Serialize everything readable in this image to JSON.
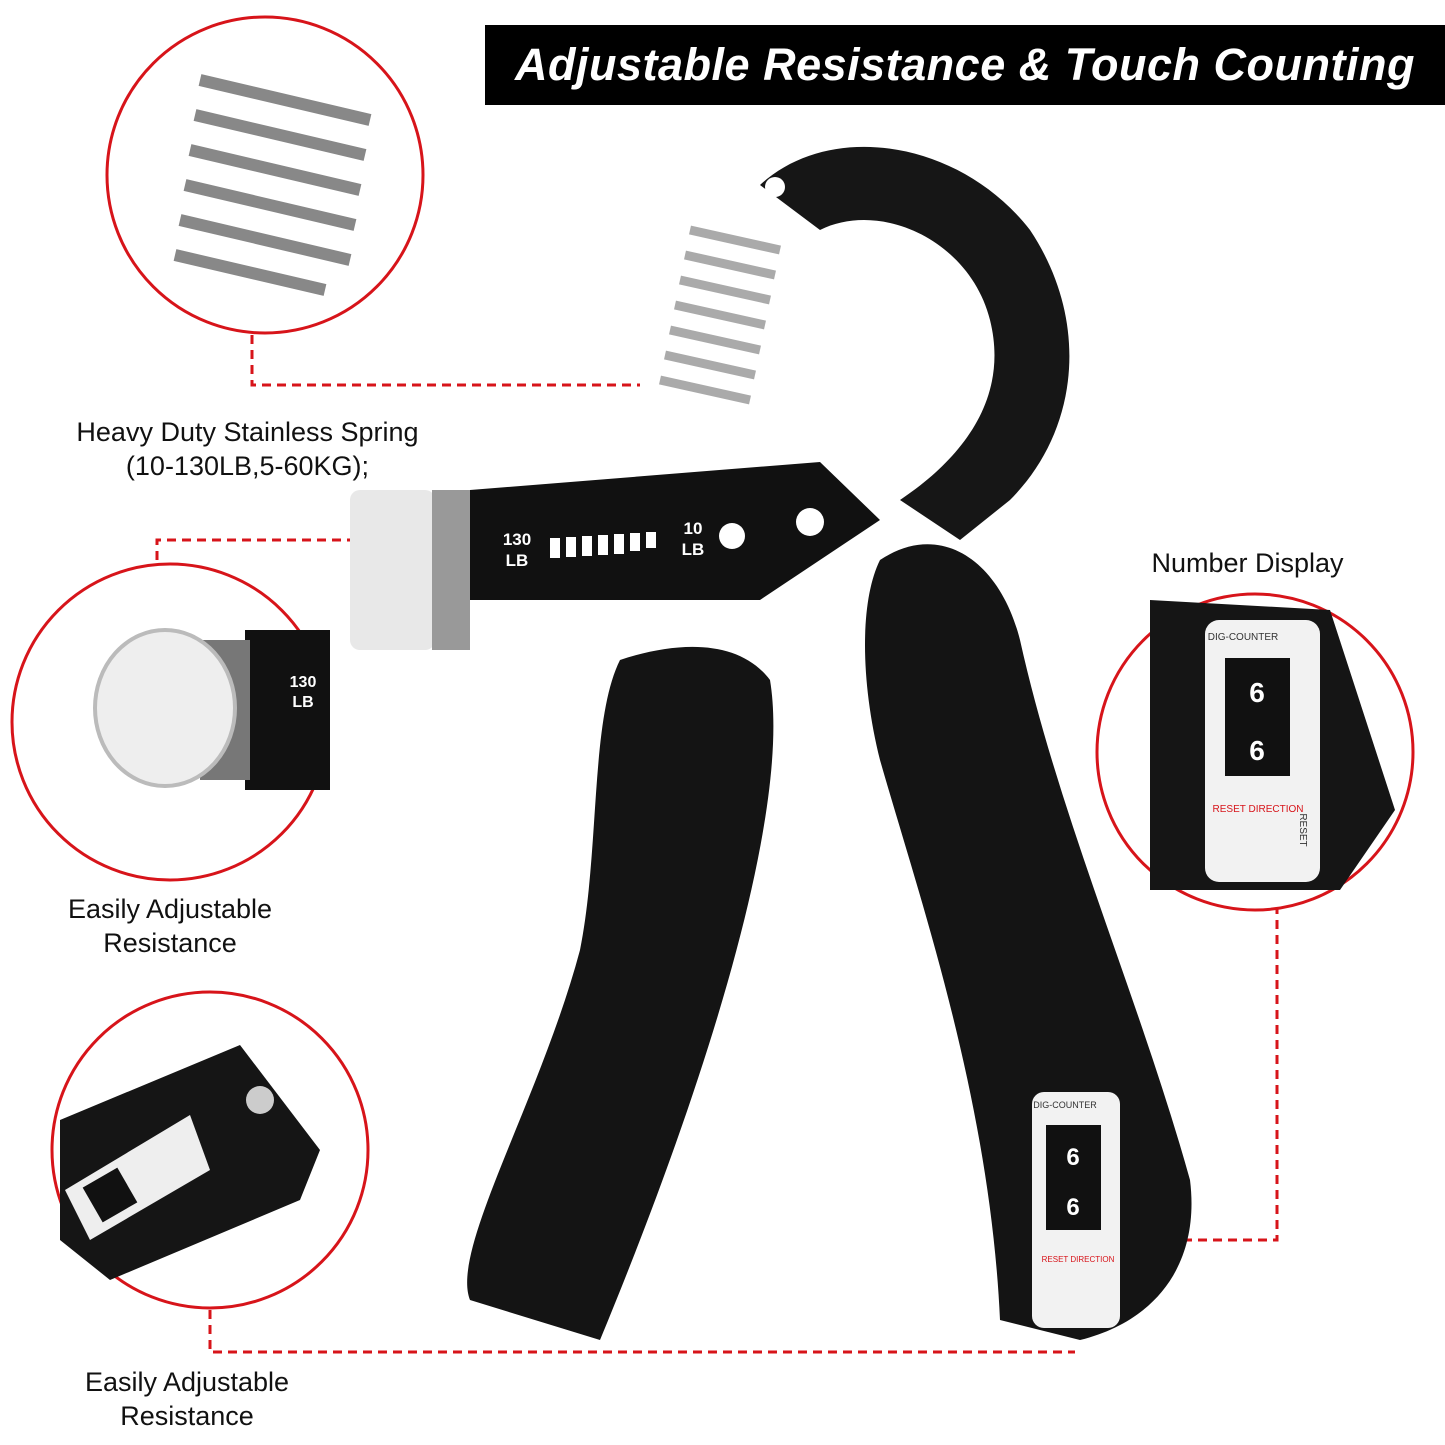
{
  "title": "Adjustable Resistance & Touch Counting",
  "captions": {
    "spring_line1": "Heavy Duty Stainless Spring",
    "spring_line2": "(10-130LB,5-60KG);",
    "adjust_1": "Easily Adjustable Resistance",
    "number_display": "Number Display",
    "adjust_2": "Easily Adjustable Resistance"
  },
  "product_labels": {
    "max_value": "130",
    "max_unit": "LB",
    "min_value": "10",
    "min_unit": "LB",
    "counter_label": "DIG-COUNTER",
    "reset_direction": "RESET DIRECTION",
    "reset": "RESET",
    "counter_digit": "6"
  },
  "colors": {
    "accent": "#d7141a",
    "product": "#151515",
    "title_bg": "#000000"
  }
}
